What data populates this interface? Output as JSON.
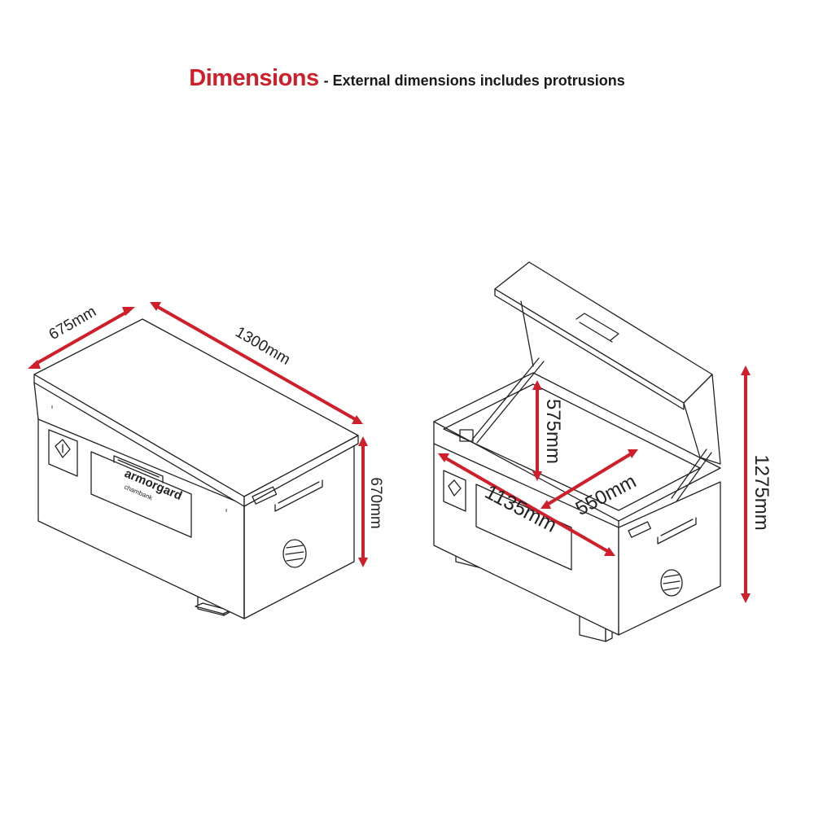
{
  "header": {
    "title": "Dimensions",
    "subtitle": "- External dimensions includes protrusions"
  },
  "colors": {
    "accent": "#d01f2b",
    "line": "#222222",
    "background": "#ffffff"
  },
  "closed_box": {
    "depth_label": "675mm",
    "width_label": "1300mm",
    "height_label": "670mm",
    "brand_logo": "armorgard",
    "brand_product": "chambank"
  },
  "open_box": {
    "internal_height_label": "575mm",
    "internal_depth_label": "550mm",
    "internal_width_label": "1135mm",
    "open_height_label": "1275mm"
  }
}
